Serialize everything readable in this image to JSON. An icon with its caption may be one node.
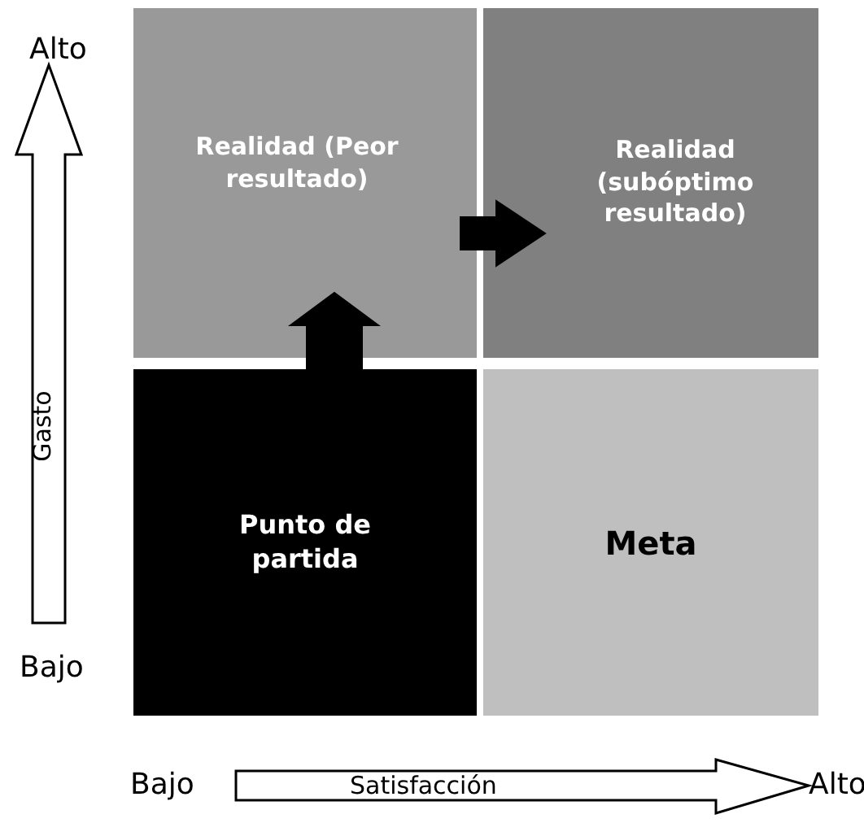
{
  "diagram": {
    "nodes": [
      {
        "text": [
          "Realidad (Peor resultado)"
        ]
      },
      {
        "text": [
          "Realidad (subóptimo resultado)"
        ]
      },
      {
        "text": [
          "Punto de partida"
        ]
      },
      {
        "text": [
          "Meta"
        ]
      }
    ],
    "edges": [
      {
        "from": 2,
        "to": 0,
        "arrow": "to",
        "style": "thick"
      },
      {
        "from": 0,
        "to": 1,
        "arrow": "to",
        "style": "thick"
      }
    ],
    "labels": [
      "Alto",
      "Gasto",
      "Bajo",
      "Bajo",
      "Satisfacción",
      "Alto"
    ]
  }
}
